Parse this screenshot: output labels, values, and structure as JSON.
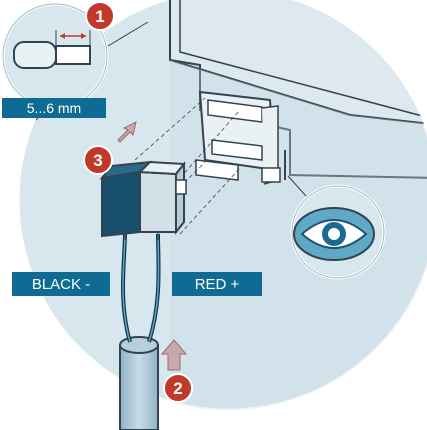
{
  "callouts": {
    "step1": "1",
    "step2": "2",
    "step3": "3"
  },
  "strip_length_label": "5...6 mm",
  "wire_labels": {
    "black": "BLACK -",
    "red": "RED +"
  },
  "icons": [
    "cable-strip-icon",
    "eye-icon",
    "arrow-up-icon"
  ],
  "colors": {
    "callout": "#c0392b",
    "label_bg": "#0f6b94",
    "connector_dark": "#17506c",
    "connector_light": "#d3e0e7",
    "eye_bg": "#60a9c6",
    "circle_bg": "#d8e6ed",
    "line": "#33434f"
  }
}
